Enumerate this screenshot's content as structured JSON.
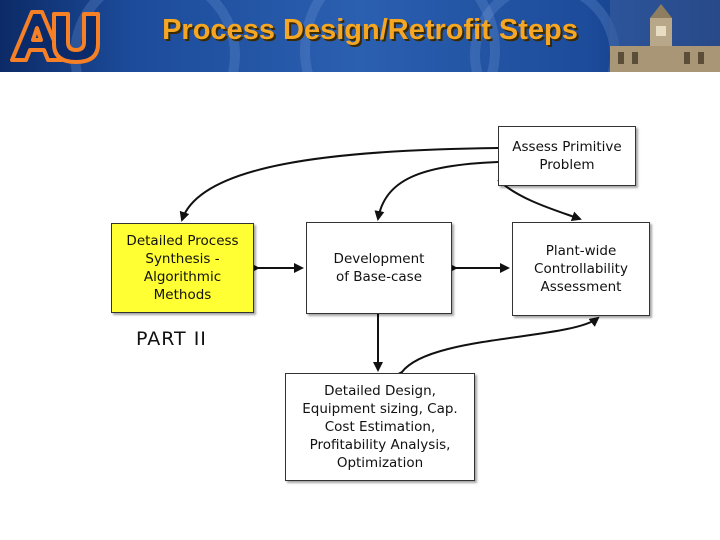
{
  "header": {
    "title": "Process Design/Retrofit Steps",
    "logo_icon": "auburn-au-logo-icon",
    "building_icon": "samford-hall-tower-icon",
    "title_color": "#f5a623",
    "background_color": "#1c4b9a"
  },
  "diagram": {
    "nodes": {
      "assess": "Assess Primitive\nProblem",
      "synthesis": "Detailed Process\nSynthesis -\nAlgorithmic\nMethods",
      "base_case": "Development\nof Base-case",
      "plant_wide": "Plant-wide\nControllability\nAssessment",
      "detailed_design": "Detailed Design,\nEquipment sizing, Cap.\nCost Estimation,\nProfitability Analysis,\nOptimization"
    },
    "part_label": "PART II",
    "highlight_color": "#ffff33"
  }
}
